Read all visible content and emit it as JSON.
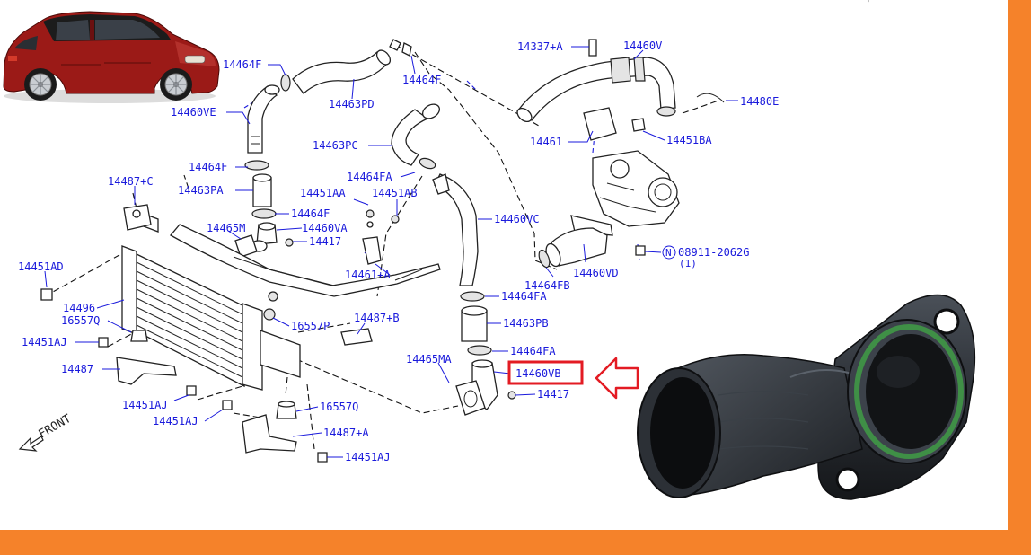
{
  "callouts": [
    {
      "id": "c1",
      "text": "14464F"
    },
    {
      "id": "c2",
      "text": "14460VE"
    },
    {
      "id": "c3",
      "text": "14463PD"
    },
    {
      "id": "c4",
      "text": "14464F"
    },
    {
      "id": "c5",
      "text": "14337+A"
    },
    {
      "id": "c6",
      "text": "14460V"
    },
    {
      "id": "c7",
      "text": "14480E"
    },
    {
      "id": "c8",
      "text": "14461"
    },
    {
      "id": "c9",
      "text": "14451BA"
    },
    {
      "id": "c10",
      "text": "14463PC"
    },
    {
      "id": "c11",
      "text": "14464F"
    },
    {
      "id": "c12",
      "text": "14464FA"
    },
    {
      "id": "c13",
      "text": "14487+C"
    },
    {
      "id": "c14",
      "text": "14463PA"
    },
    {
      "id": "c15",
      "text": "14451AA"
    },
    {
      "id": "c16",
      "text": "14451AB"
    },
    {
      "id": "c17",
      "text": "14464F"
    },
    {
      "id": "c18",
      "text": "14460VC"
    },
    {
      "id": "c19",
      "text": "14465M"
    },
    {
      "id": "c20",
      "text": "14460VA"
    },
    {
      "id": "c21",
      "text": "14417"
    },
    {
      "id": "c22",
      "text": "08911-2062G"
    },
    {
      "id": "c23",
      "text": "14451AD"
    },
    {
      "id": "c24",
      "text": "14461+A"
    },
    {
      "id": "c25",
      "text": "14460VD"
    },
    {
      "id": "c26",
      "text": "14464FB"
    },
    {
      "id": "c27",
      "text": "14496"
    },
    {
      "id": "c28",
      "text": "14464FA"
    },
    {
      "id": "c29",
      "text": "16557Q"
    },
    {
      "id": "c30",
      "text": "16557P"
    },
    {
      "id": "c31",
      "text": "14487+B"
    },
    {
      "id": "c32",
      "text": "14463PB"
    },
    {
      "id": "c33",
      "text": "14451AJ"
    },
    {
      "id": "c34",
      "text": "14464FA"
    },
    {
      "id": "c35",
      "text": "14465MA"
    },
    {
      "id": "c36",
      "text": "14487"
    },
    {
      "id": "c37",
      "text": "14417"
    },
    {
      "id": "c38",
      "text": "14451AJ"
    },
    {
      "id": "c39",
      "text": "14451AJ"
    },
    {
      "id": "c40",
      "text": "16557Q"
    },
    {
      "id": "c41",
      "text": "14487+A"
    },
    {
      "id": "c42",
      "text": "14451AJ"
    }
  ],
  "highlighted_part": "14460VB",
  "nut_circle_letter": "N",
  "nut_quantity": "(1)",
  "front_label": "FRONT",
  "colors": {
    "callout_text": "#1a1adc",
    "highlight_box": "#e31b23",
    "arrow": "#e31b23",
    "orange_frame": "#f5822a",
    "car_body": "#9b1a17"
  }
}
